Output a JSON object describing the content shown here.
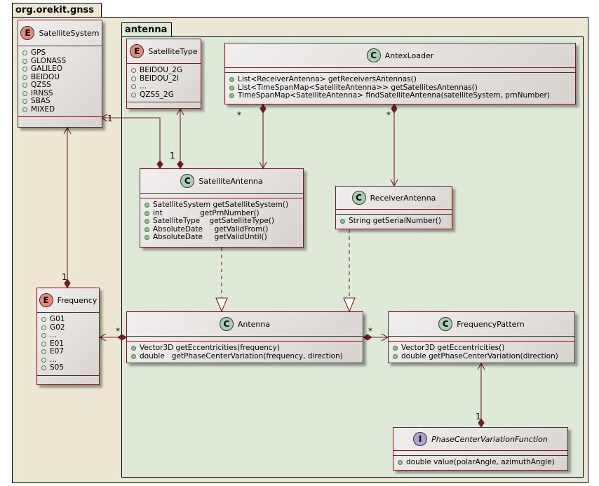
{
  "packages": {
    "outer": {
      "name": "org.orekit.gnss"
    },
    "inner": {
      "name": "antenna"
    }
  },
  "colors": {
    "outer_bg": "#ede7d3",
    "inner_bg": "#dfe9d8",
    "border": "#6e1f22",
    "enum_badge": "#eb8978",
    "class_badge": "#a9d0b4",
    "interface_badge": "#b49ed6"
  },
  "classes": {
    "satellite_system": {
      "stereotype": "E",
      "name": "SatelliteSystem",
      "members": [
        "GPS",
        "GLONASS",
        "GALILEO",
        "BEIDOU",
        "QZSS",
        "IRNSS",
        "SBAS",
        "MIXED"
      ]
    },
    "frequency": {
      "stereotype": "E",
      "name": "Frequency",
      "members": [
        "G01",
        "G02",
        "...",
        "E01",
        "E07",
        "...",
        "S05"
      ]
    },
    "satellite_type": {
      "stereotype": "E",
      "name": "SatelliteType",
      "members": [
        "BEIDOU_2G",
        "BEIDOU_2I",
        "...",
        "QZSS_2G"
      ]
    },
    "antex_loader": {
      "stereotype": "C",
      "name": "AntexLoader",
      "methods": [
        "List<ReceiverAntenna> getReceiversAntennas()",
        "List<TimeSpanMap<SatelliteAntenna>> getSatellitesAntennas()",
        "TimeSpanMap<SatelliteAntenna> findSatelliteAntenna(satelliteSystem, prnNumber)"
      ]
    },
    "satellite_antenna": {
      "stereotype": "C",
      "name": "SatelliteAntenna",
      "methods": [
        "SatelliteSystem getSatelliteSystem()",
        "int                getPrnNumber()",
        "SatelliteType    getSatelliteType()",
        "AbsoluteDate     getValidFrom()",
        "AbsoluteDate     getValidUntil()"
      ]
    },
    "receiver_antenna": {
      "stereotype": "C",
      "name": "ReceiverAntenna",
      "methods": [
        "String getSerialNumber()"
      ]
    },
    "antenna": {
      "stereotype": "C",
      "name": "Antenna",
      "methods": [
        "Vector3D getEccentricities(frequency)",
        "double   getPhaseCenterVariation(frequency, direction)"
      ]
    },
    "frequency_pattern": {
      "stereotype": "C",
      "name": "FrequencyPattern",
      "methods": [
        "Vector3D getEccentricities()",
        "double getPhaseCenterVariation(direction)"
      ]
    },
    "pcv_function": {
      "stereotype": "I",
      "name": "PhaseCenterVariationFunction",
      "methods": [
        "double value(polarAngle, azimuthAngle)"
      ]
    }
  },
  "multiplicities": {
    "system_to_satant": "1",
    "type_to_satant": "1",
    "loader_to_satant": "*",
    "loader_to_recant": "*",
    "system_to_freq": "1",
    "freq_to_antenna": "*",
    "antenna_to_pattern": "*",
    "pattern_to_pcv": "1"
  }
}
